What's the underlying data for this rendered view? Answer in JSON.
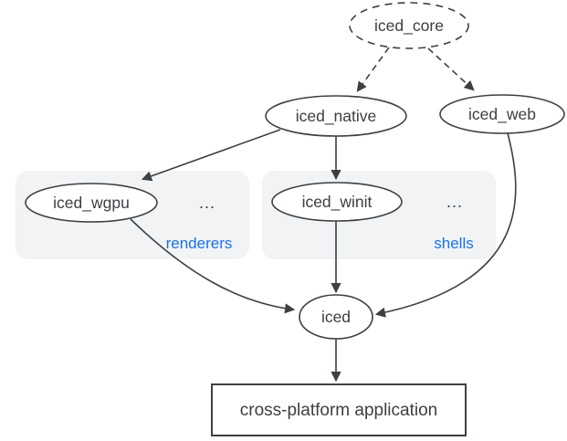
{
  "colors": {
    "stroke": "#3c4043",
    "text": "#3c4043",
    "accent_blue": "#1a73e8",
    "group_fill": "#f1f3f5",
    "node_fill": "#ffffff",
    "background": "#ffffff"
  },
  "nodes": {
    "iced_core": {
      "label": "iced_core",
      "shape": "ellipse-dashed"
    },
    "iced_native": {
      "label": "iced_native",
      "shape": "ellipse"
    },
    "iced_web": {
      "label": "iced_web",
      "shape": "ellipse"
    },
    "iced_wgpu": {
      "label": "iced_wgpu",
      "shape": "ellipse"
    },
    "iced_winit": {
      "label": "iced_winit",
      "shape": "ellipse"
    },
    "iced": {
      "label": "iced",
      "shape": "ellipse"
    },
    "application": {
      "label": "cross-platform application",
      "shape": "rectangle"
    }
  },
  "groups": {
    "renderers": {
      "label": "renderers",
      "ellipsis": "..."
    },
    "shells": {
      "label": "shells",
      "ellipsis": "..."
    }
  },
  "edges": [
    {
      "from": "iced_core",
      "to": "iced_native",
      "style": "dashed"
    },
    {
      "from": "iced_core",
      "to": "iced_web",
      "style": "dashed"
    },
    {
      "from": "iced_native",
      "to": "iced_wgpu",
      "style": "solid"
    },
    {
      "from": "iced_native",
      "to": "iced_winit",
      "style": "solid"
    },
    {
      "from": "iced_winit",
      "to": "iced",
      "style": "solid"
    },
    {
      "from": "iced_wgpu",
      "to": "iced",
      "style": "solid"
    },
    {
      "from": "iced_web",
      "to": "iced",
      "style": "solid"
    },
    {
      "from": "iced",
      "to": "application",
      "style": "solid"
    }
  ]
}
